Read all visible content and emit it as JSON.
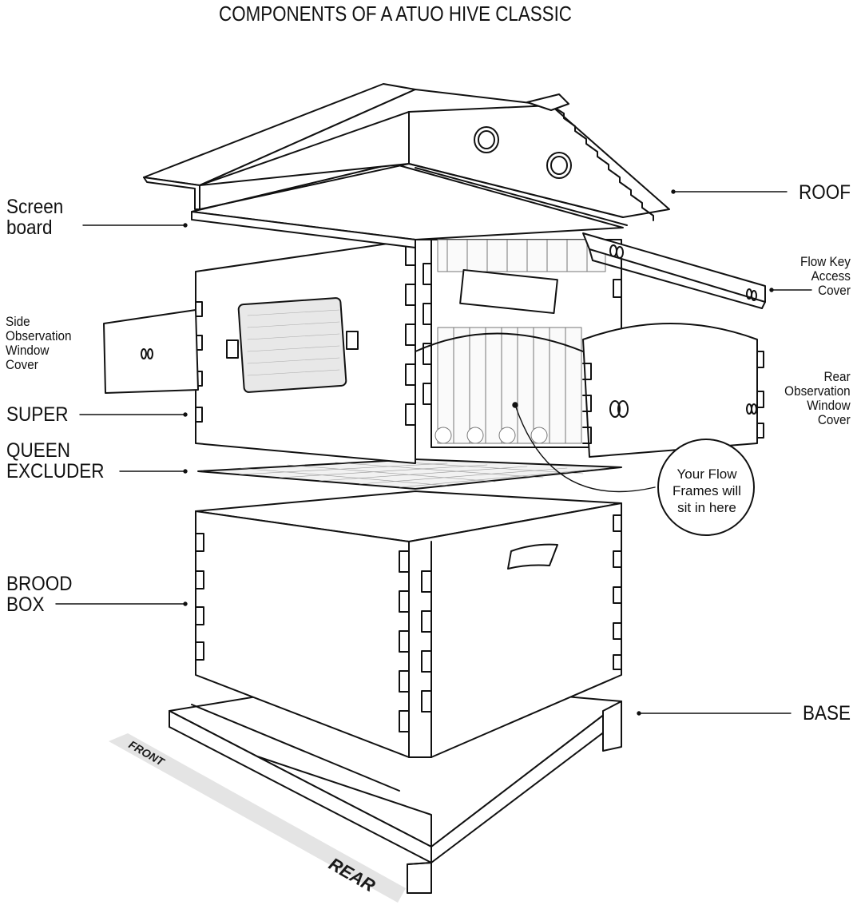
{
  "title": "COMPONENTS OF A ATUO HIVE CLASSIC",
  "labels": {
    "roof": "ROOF",
    "screen_board": [
      "Screen",
      "board"
    ],
    "flow_key_access_cover": [
      "Flow Key",
      "Access",
      "Cover"
    ],
    "side_observation_window_cover": [
      "Side",
      "Observation",
      "Window",
      "Cover"
    ],
    "super": "SUPER",
    "rear_observation_window_cover": [
      "Rear",
      "Observation",
      "Window",
      "Cover"
    ],
    "queen_excluder": [
      "QUEEN",
      "EXCLUDER"
    ],
    "brood_box": [
      "BROOD",
      "BOX"
    ],
    "base": "BASE"
  },
  "callout": [
    "Your Flow",
    "Frames will",
    "sit in here"
  ],
  "floor_marks": {
    "front": "FRONT",
    "rear": "REAR"
  },
  "colors": {
    "line": "#111111",
    "background": "#ffffff",
    "floor_strip": "#e4e4e4",
    "floor_text": "#1a1a1a"
  }
}
